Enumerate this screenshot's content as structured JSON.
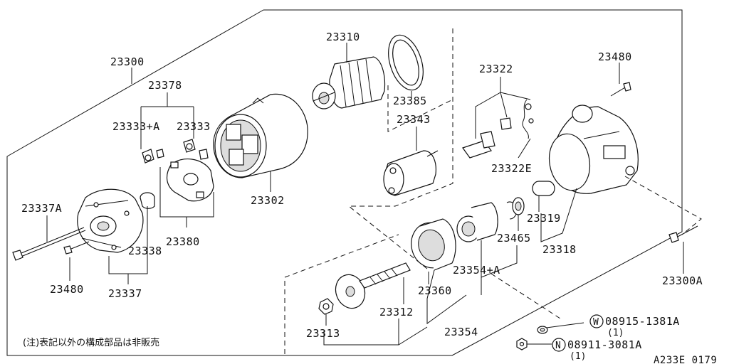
{
  "labels": {
    "p23300": "23300",
    "p23378": "23378",
    "p23333a": "23333+A",
    "p23333": "23333",
    "p23337a": "23337A",
    "p23338": "23338",
    "p23380": "23380",
    "p23480l": "23480",
    "p23337": "23337",
    "p23310": "23310",
    "p23385": "23385",
    "p23343": "23343",
    "p23302": "23302",
    "p23322": "23322",
    "p23322e": "23322E",
    "p23480r": "23480",
    "p23319": "23319",
    "p23465": "23465",
    "p23318": "23318",
    "p23354a": "23354+A",
    "p23360": "23360",
    "p23312": "23312",
    "p23313": "23313",
    "p23354": "23354",
    "p23300a": "23300A",
    "washer_code": "08915-1381A",
    "washer_qty": "(1)",
    "nut_code": "08911-3081A",
    "nut_qty": "(1)",
    "w_symbol": "W",
    "n_symbol": "N"
  },
  "note": "(注)表記以外の構成部品は非販売",
  "figure_code": "A233E 0179"
}
